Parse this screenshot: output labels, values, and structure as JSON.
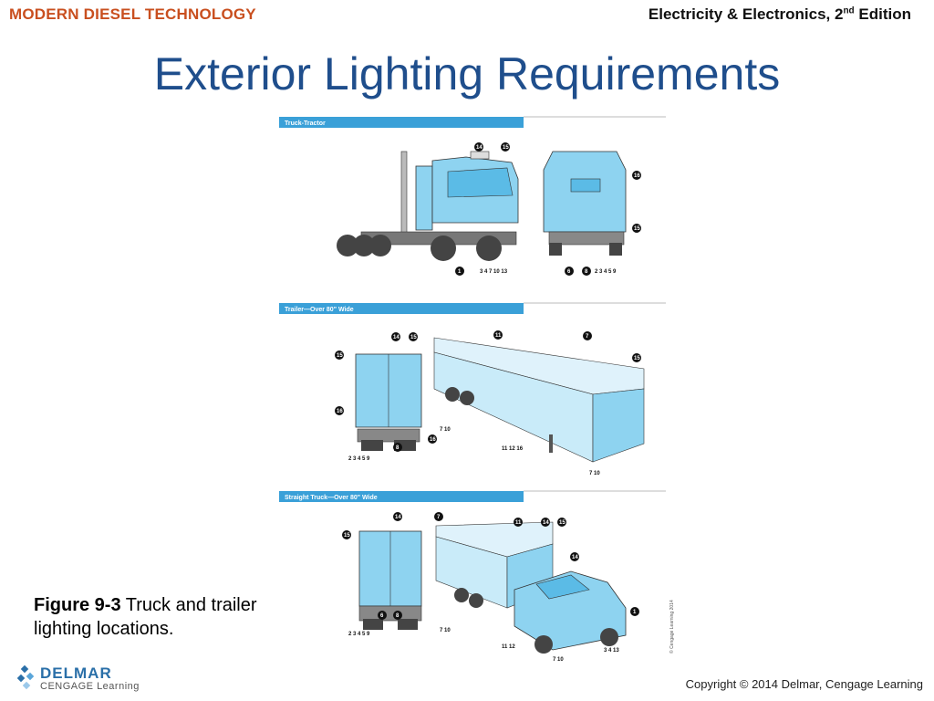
{
  "header": {
    "left": "MODERN DIESEL TECHNOLOGY",
    "right_main": "Electricity & Electronics, 2",
    "right_sup": "nd",
    "right_tail": " Edition"
  },
  "title": "Exterior Lighting Requirements",
  "figure": {
    "panels": [
      {
        "label": "Truck-Tractor"
      },
      {
        "label": "Trailer—Over 80\" Wide"
      },
      {
        "label": "Straight Truck—Over 80\" Wide"
      }
    ],
    "credit": "© Cengage Learning 2014",
    "callouts": {
      "p1a": "14",
      "p1b": "15",
      "p1c": "1",
      "p1d": "3 4 7 10 13",
      "p1e": "16",
      "p1f": "15",
      "p1g": "6",
      "p1h": "8",
      "p1i": "2 3 4 5 9",
      "p2a": "14",
      "p2b": "15",
      "p2c": "15",
      "p2d": "16",
      "p2e": "8",
      "p2f": "16",
      "p2g": "2 3 4 5 9",
      "p2h": "11",
      "p2i": "7",
      "p2j": "15",
      "p2k": "7 10",
      "p2l": "11 12 16",
      "p2m": "7 10",
      "p3a": "14",
      "p3b": "15",
      "p3c": "6",
      "p3d": "8",
      "p3e": "2 3 4 5 9",
      "p3f": "7",
      "p3g": "11",
      "p3h": "14",
      "p3i": "15",
      "p3j": "14",
      "p3k": "1",
      "p3l": "7 10",
      "p3m": "11 12",
      "p3n": "7 10",
      "p3o": "3 4 13"
    }
  },
  "caption": {
    "bold": "Figure 9-3",
    "text": " Truck and trailer lighting locations."
  },
  "logo": {
    "word1": "DELMAR",
    "word2": "CENGAGE Learning"
  },
  "footer": {
    "copyright": "Copyright © 2014 Delmar, Cengage Learning"
  },
  "colors": {
    "header_left": "#c94f1f",
    "title": "#1f4e8c",
    "panel_bar": "#3aa0d8",
    "truck_body": "#8ed3f0"
  }
}
